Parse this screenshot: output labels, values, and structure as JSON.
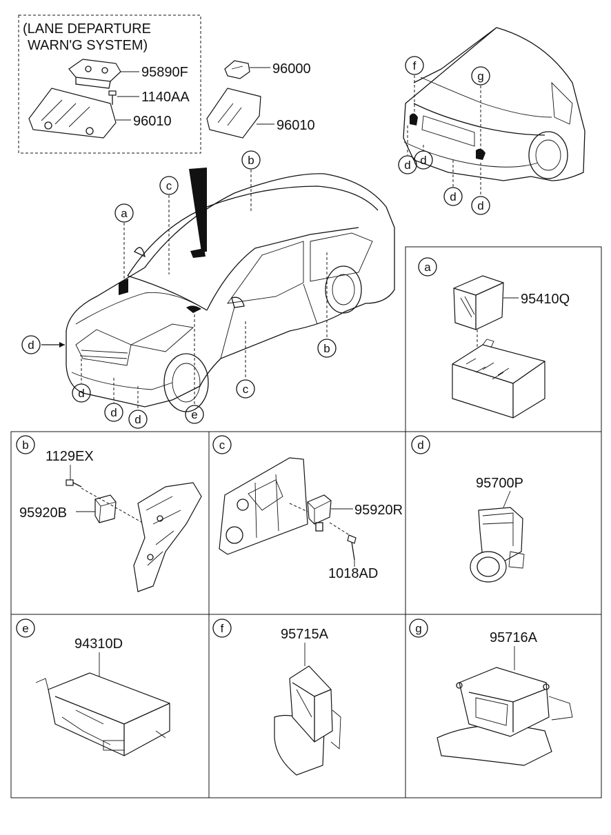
{
  "inset": {
    "title_line1": "(LANE DEPARTURE",
    "title_line2": "WARN'G SYSTEM)",
    "parts": [
      "95890F",
      "1140AA",
      "96010"
    ]
  },
  "top_parts": [
    "96000",
    "96010"
  ],
  "car_callouts": [
    "a",
    "b",
    "c",
    "d",
    "e",
    "f",
    "g"
  ],
  "panels": {
    "a": {
      "letter": "a",
      "parts": [
        "95410Q"
      ]
    },
    "b": {
      "letter": "b",
      "parts": [
        "1129EX",
        "95920B"
      ]
    },
    "c": {
      "letter": "c",
      "parts": [
        "95920R",
        "1018AD"
      ]
    },
    "d": {
      "letter": "d",
      "parts": [
        "95700P"
      ]
    },
    "e": {
      "letter": "e",
      "parts": [
        "94310D"
      ]
    },
    "f": {
      "letter": "f",
      "parts": [
        "95715A"
      ]
    },
    "g": {
      "letter": "g",
      "parts": [
        "95716A"
      ]
    }
  }
}
